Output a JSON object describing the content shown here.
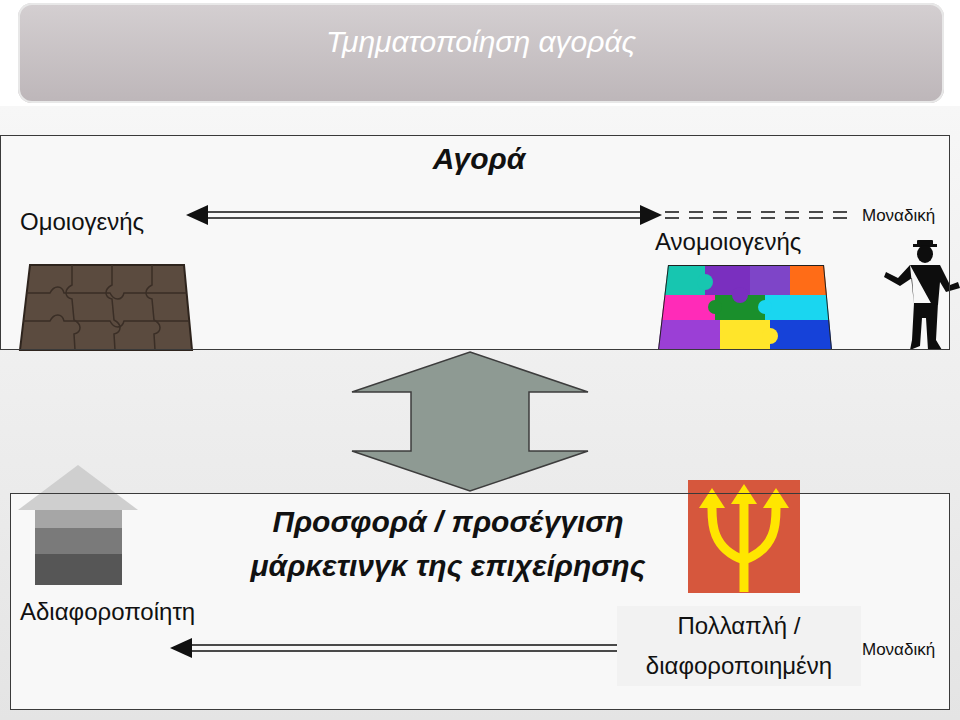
{
  "diagram": {
    "title": "Τμηματοποίηση αγοράς",
    "nodes": [
      {
        "text": [
          "Αγορά"
        ]
      },
      {
        "text": [
          "Προσφορά / προσέγγιση μάρκετινγκ της επιχείρησης"
        ]
      }
    ],
    "edges": [
      {
        "from": 0,
        "to": 1,
        "arrow": "both"
      }
    ],
    "labels": [
      "Ομοιογενής",
      "Ανομοιογενής",
      "Μοναδική",
      "Αδιαφοροποίητη",
      "Πολλαπλή / διαφοροποιημένη",
      "Μοναδική"
    ]
  }
}
